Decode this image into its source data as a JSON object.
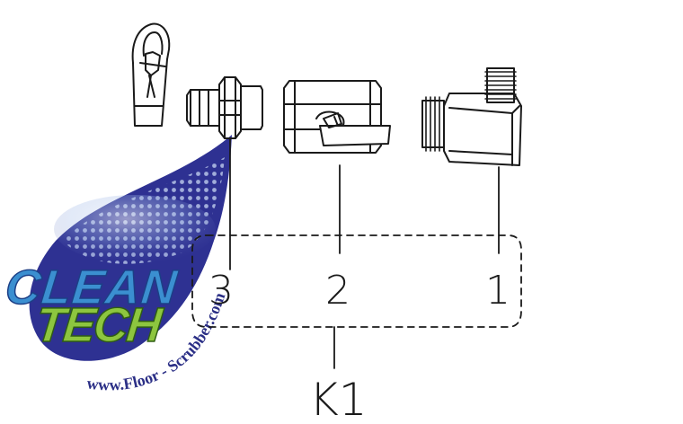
{
  "parts": [
    {
      "number": "1",
      "name": "elbow-fitting"
    },
    {
      "number": "2",
      "name": "ball-valve"
    },
    {
      "number": "3",
      "name": "hose-barb-adapter"
    }
  ],
  "kit_label": "K1",
  "watermark": {
    "line1": "CLEAN",
    "line2": "TECH",
    "url_start": "www.Floor",
    "url_end": "Scrubber.com",
    "colors": {
      "drop": "#2e3192",
      "clean": "#3b8fd0",
      "tech": "#8dc63f",
      "url": "#2b2f86"
    }
  }
}
